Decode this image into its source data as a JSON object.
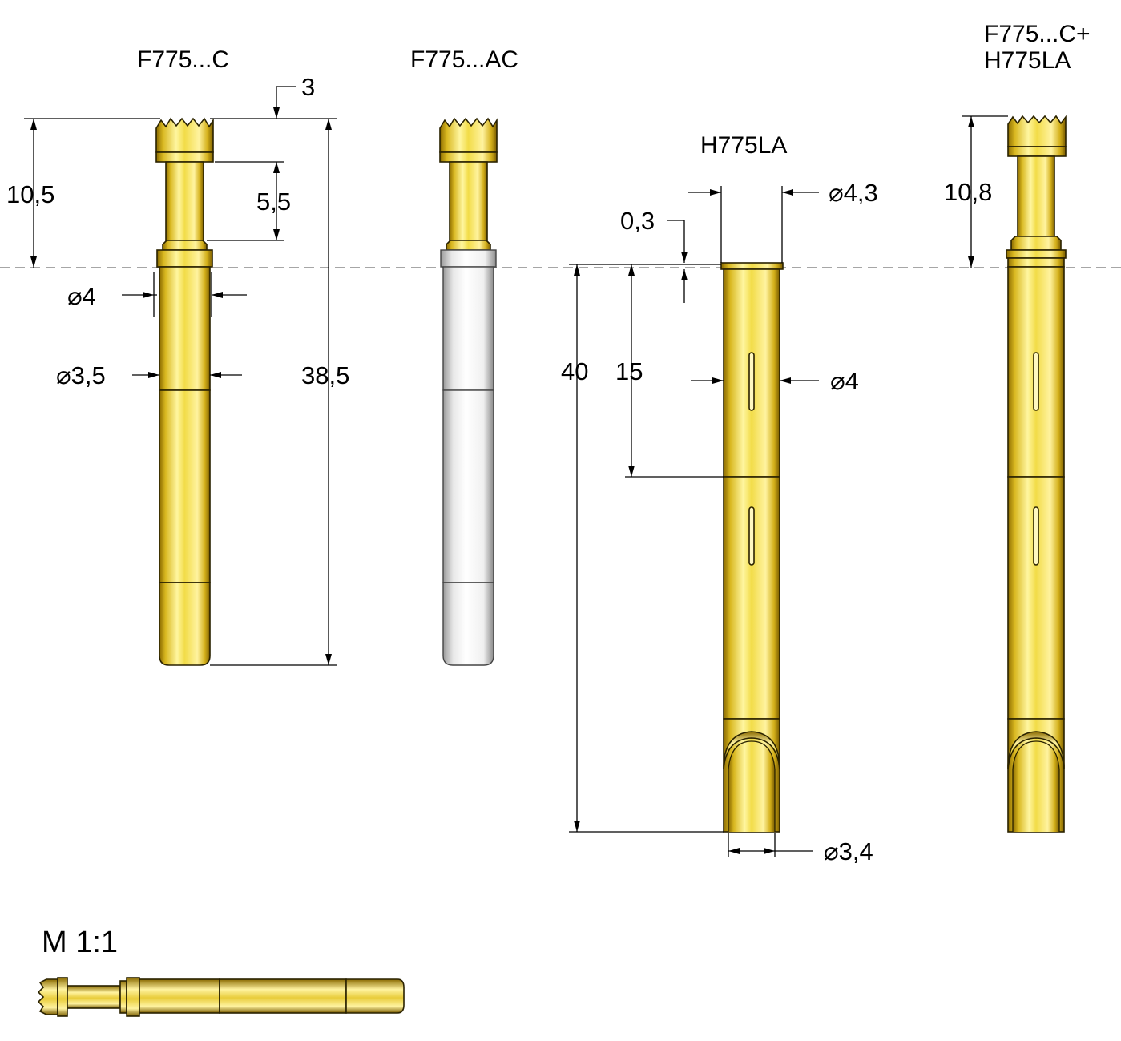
{
  "labels": {
    "pin1": "F775...C",
    "pin2": "F775...AC",
    "pin3": "H775LA",
    "pin4_line1": "F775...C+",
    "pin4_line2": "H775LA",
    "scale": "M 1:1"
  },
  "dimensions": {
    "crown_height": "3",
    "head_length": "10,5",
    "neck_length": "5,5",
    "body_dia": "⌀4",
    "tip_dia": "⌀3,5",
    "total_length": "38,5",
    "flange_thickness": "0,3",
    "flange_dia": "⌀4,3",
    "receptacle_length": "40",
    "slot_depth": "15",
    "receptacle_dia": "⌀4",
    "receptacle_tip_dia": "⌀3,4",
    "assembly_head_length": "10,8"
  },
  "colors": {
    "gold": "#e8cc3a",
    "silver": "#e4e4e4"
  }
}
